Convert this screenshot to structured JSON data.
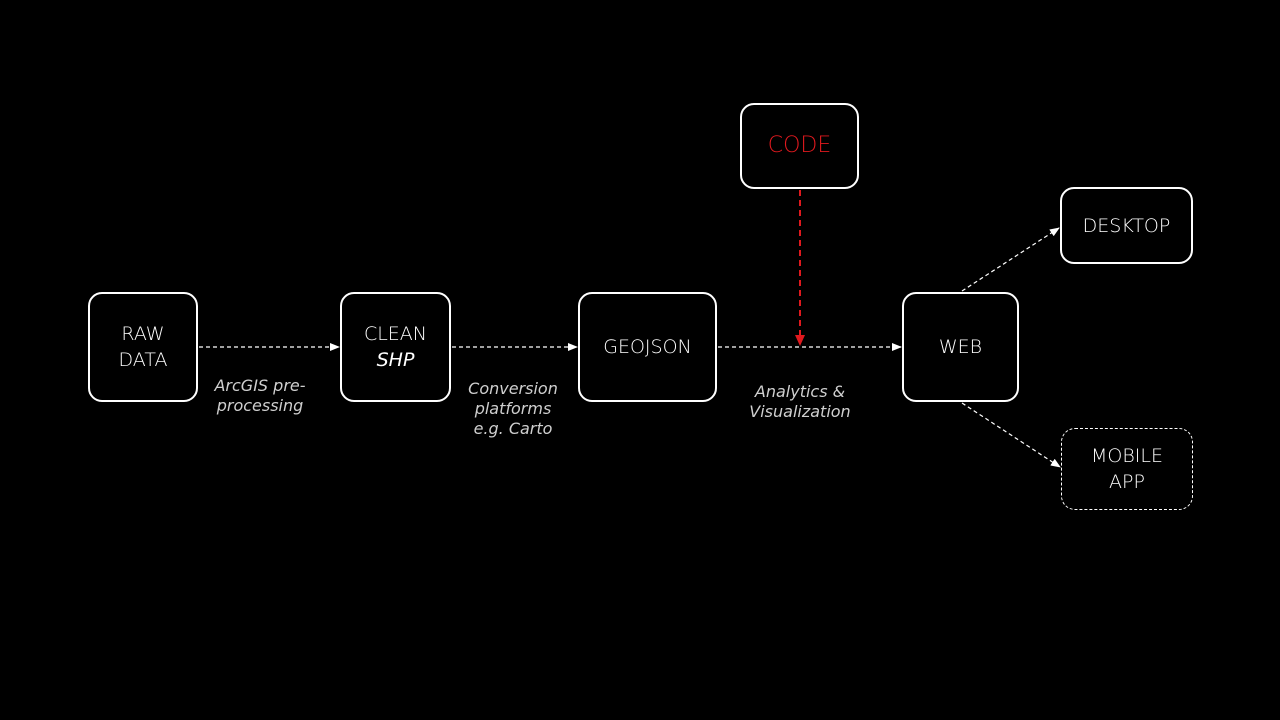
{
  "colors": {
    "background": "#000000",
    "foreground": "#ffffff",
    "accent": "#e0191e",
    "caption": "#cfcfcf"
  },
  "nodes": {
    "raw_data": {
      "line1": "RAW",
      "line2": "DATA"
    },
    "clean_shp": {
      "line1": "CLEAN",
      "line2": "SHP"
    },
    "geojson": {
      "label": "GEOJSON"
    },
    "web": {
      "label": "WEB"
    },
    "code": {
      "label": "CODE"
    },
    "desktop": {
      "label": "DESKTOP"
    },
    "mobile_app": {
      "line1": "MOBILE",
      "line2": "APP"
    }
  },
  "captions": {
    "arcgis": {
      "line1": "ArcGIS pre-",
      "line2": "processing"
    },
    "conversion": {
      "line1": "Conversion",
      "line2": "platforms",
      "line3": "e.g. Carto"
    },
    "analytics": {
      "line1": "Analytics &",
      "line2": "Visualization"
    }
  }
}
